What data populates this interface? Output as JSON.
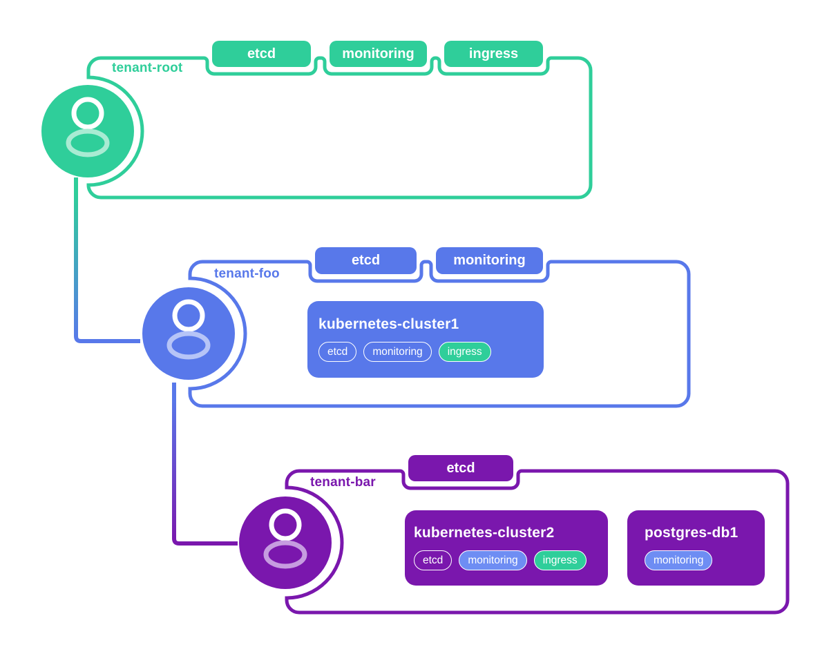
{
  "colors": {
    "green": "#2FCE9A",
    "blue": "#5878EA",
    "light_blue": "#6E8DF3",
    "purple": "#7A17AD"
  },
  "tenants": [
    {
      "name": "tenant-root",
      "color": "#2FCE9A",
      "namespace_badges": [
        "etcd",
        "monitoring",
        "ingress"
      ],
      "clusters": []
    },
    {
      "name": "tenant-foo",
      "color": "#5878EA",
      "namespace_badges": [
        "etcd",
        "monitoring"
      ],
      "clusters": [
        {
          "title": "kubernetes-cluster1",
          "badges": [
            {
              "label": "etcd",
              "style": "outline"
            },
            {
              "label": "monitoring",
              "style": "outline"
            },
            {
              "label": "ingress",
              "style": "green"
            }
          ]
        }
      ]
    },
    {
      "name": "tenant-bar",
      "color": "#7A17AD",
      "namespace_badges": [
        "etcd"
      ],
      "clusters": [
        {
          "title": "kubernetes-cluster2",
          "badges": [
            {
              "label": "etcd",
              "style": "outline"
            },
            {
              "label": "monitoring",
              "style": "blue"
            },
            {
              "label": "ingress",
              "style": "green"
            }
          ]
        },
        {
          "title": "postgres-db1",
          "badges": [
            {
              "label": "monitoring",
              "style": "blue"
            }
          ]
        }
      ]
    }
  ]
}
